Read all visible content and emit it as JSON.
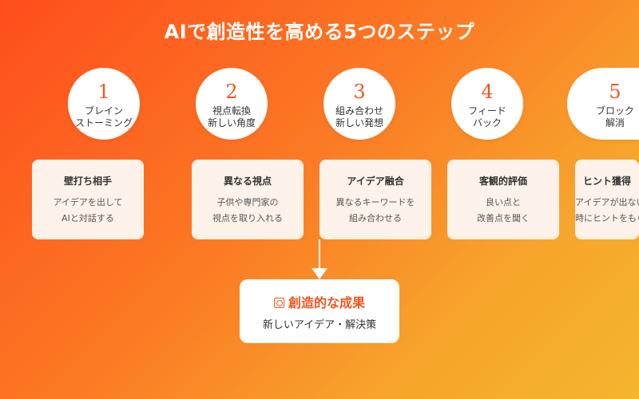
{
  "title": "AIで創造性を高める5つのステップ",
  "steps": [
    {
      "number": "1",
      "label_line1": "ブレイン",
      "label_line2": "ストーミング",
      "card_title": "壁打ち相手",
      "card_line1": "アイデアを出して",
      "card_line2": "AIと対話する"
    },
    {
      "number": "2",
      "label_line1": "視点転換",
      "label_line2": "新しい角度",
      "card_title": "異なる視点",
      "card_line1": "子供や専門家の",
      "card_line2": "視点を取り入れる"
    },
    {
      "number": "3",
      "label_line1": "組み合わせ",
      "label_line2": "新しい発想",
      "card_title": "アイデア融合",
      "card_line1": "異なるキーワードを",
      "card_line2": "組み合わせる"
    },
    {
      "number": "4",
      "label_line1": "フィード",
      "label_line2": "バック",
      "card_title": "客観的評価",
      "card_line1": "良い点と",
      "card_line2": "改善点を聞く"
    },
    {
      "number": "5",
      "label_line1": "ブロック",
      "label_line2": "解消",
      "card_title": "ヒント獲得",
      "card_line1": "アイデアが出ない",
      "card_line2": "時にヒントをもらう"
    }
  ],
  "result": {
    "icon": "target-icon",
    "title": "創造的な成果",
    "subtitle": "新しいアイデア・解決策"
  },
  "colors": {
    "accent": "#f0551f",
    "gradient_start": "#ff4d1c",
    "gradient_end": "#f5b52e",
    "card_bg": "#fdf2ea"
  }
}
